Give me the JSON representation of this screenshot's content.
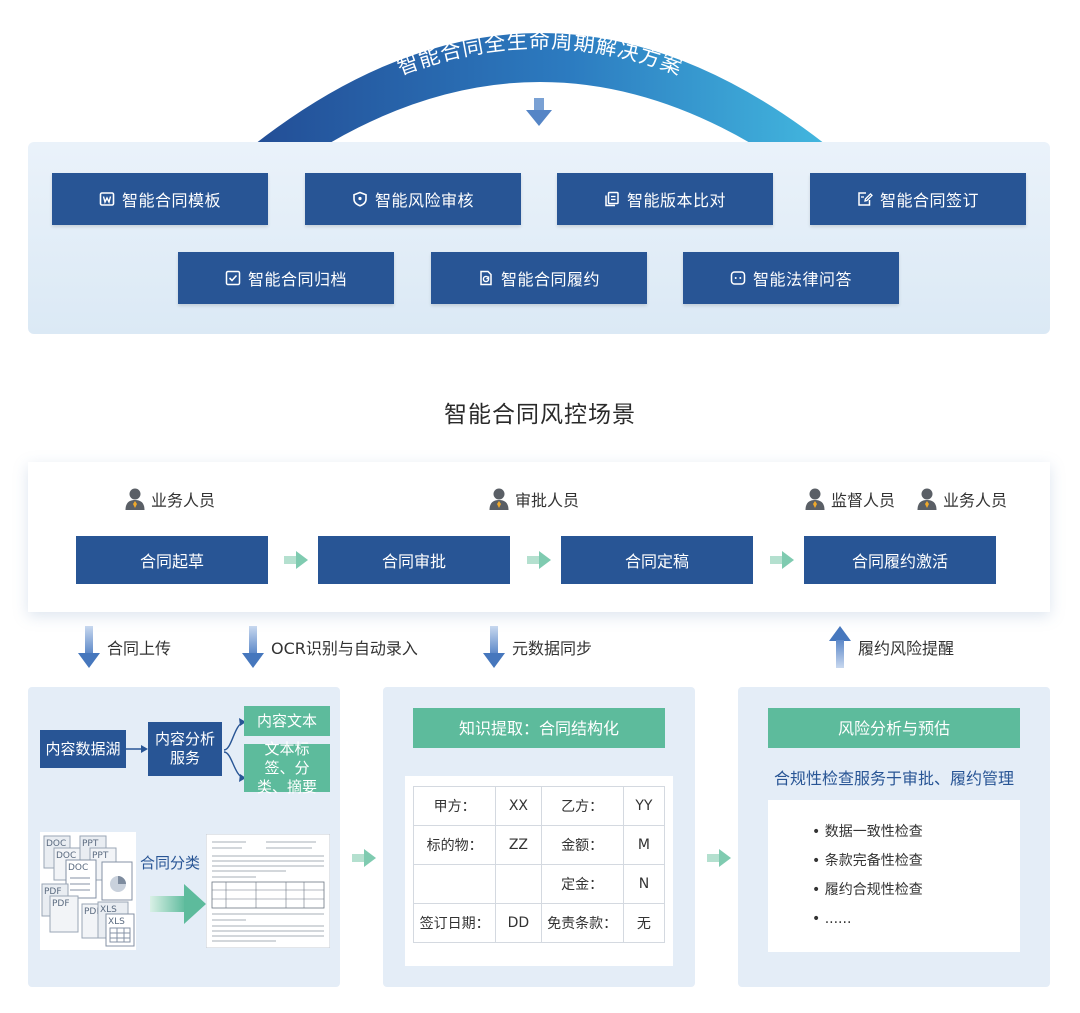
{
  "solution": {
    "title": "智能合同全生命周期解决方案",
    "modules": [
      {
        "label": "智能合同模板",
        "icon": "word-doc-icon"
      },
      {
        "label": "智能风险审核",
        "icon": "shield-icon"
      },
      {
        "label": "智能版本比对",
        "icon": "copy-icon"
      },
      {
        "label": "智能合同签订",
        "icon": "sign-edit-icon"
      },
      {
        "label": "智能合同归档",
        "icon": "check-box-icon"
      },
      {
        "label": "智能合同履约",
        "icon": "doc-refresh-icon"
      },
      {
        "label": "智能法律问答",
        "icon": "chat-icon"
      }
    ]
  },
  "scenario": {
    "title": "智能合同风控场景",
    "roles": {
      "drafting": "业务人员",
      "approval": "审批人员",
      "supervision": "监督人员",
      "business": "业务人员"
    },
    "steps": [
      "合同起草",
      "合同审批",
      "合同定稿",
      "合同履约激活"
    ],
    "flows": {
      "upload": "合同上传",
      "ocr": "OCR识别与自动录入",
      "sync": "元数据同步",
      "reminder": "履约风险提醒"
    }
  },
  "panel_content": {
    "data_lake": "内容数据湖",
    "analysis_service": "内容分析服务",
    "content_text": "内容文本",
    "tags": "文本标签、分类、摘要",
    "classify": "合同分类",
    "file_types": [
      "DOC",
      "PPT",
      "PDF",
      "XLS"
    ]
  },
  "panel_knowledge": {
    "title": "知识提取：合同结构化",
    "rows": [
      [
        "甲方：",
        "XX",
        "乙方：",
        "YY"
      ],
      [
        "标的物：",
        "ZZ",
        "金额：",
        "M"
      ],
      [
        "",
        "",
        "定金：",
        "N"
      ],
      [
        "签订日期：",
        "DD",
        "免责条款：",
        "无"
      ]
    ]
  },
  "panel_risk": {
    "title": "风险分析与预估",
    "subtitle": "合规性检查服务于审批、履约管理",
    "items": [
      "• 数据一致性检查",
      "• 条款完备性检查",
      "• 履约合规性检查",
      "• ......"
    ]
  },
  "colors": {
    "navy": "#285595",
    "green": "#5dbb9c",
    "arc_start": "#234e96",
    "arc_end": "#42b6de",
    "panel_bg": "#e4edf7"
  }
}
